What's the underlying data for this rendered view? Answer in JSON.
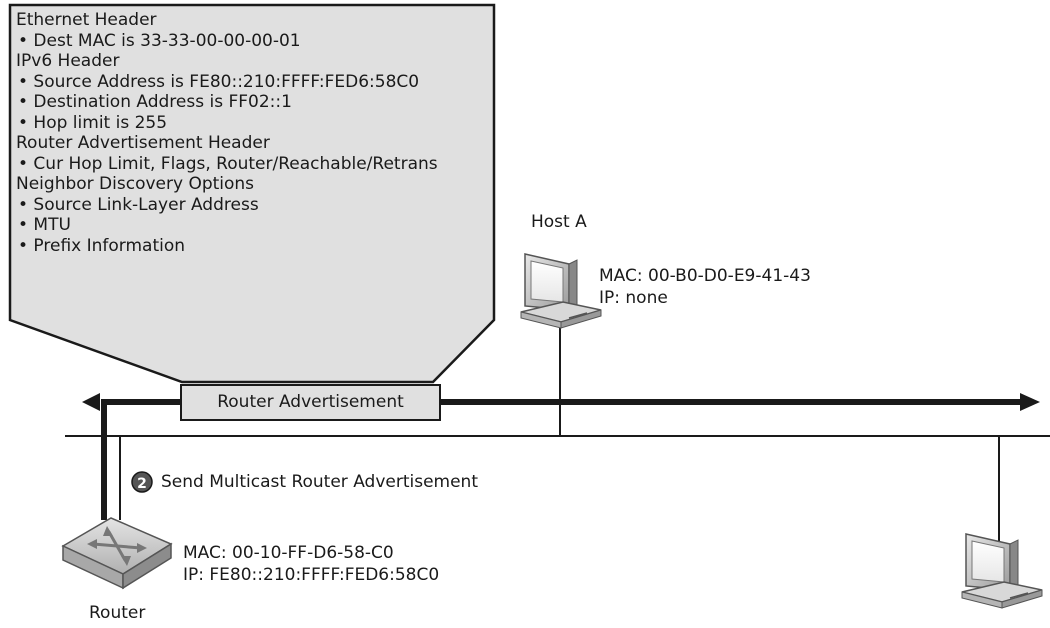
{
  "callout": {
    "lines": [
      {
        "text": "Ethernet Header",
        "kind": "section"
      },
      {
        "text": "• Dest MAC is 33-33-00-00-00-01",
        "kind": "bullet"
      },
      {
        "text": "IPv6 Header",
        "kind": "section"
      },
      {
        "text": "• Source Address is FE80::210:FFFF:FED6:58C0",
        "kind": "bullet"
      },
      {
        "text": "• Destination Address is FF02::1",
        "kind": "bullet"
      },
      {
        "text": "• Hop limit is 255",
        "kind": "bullet"
      },
      {
        "text": "Router Advertisement Header",
        "kind": "section"
      },
      {
        "text": "• Cur Hop Limit, Flags, Router/Reachable/Retrans",
        "kind": "bullet"
      },
      {
        "text": "Neighbor Discovery Options",
        "kind": "section"
      },
      {
        "text": "• Source Link-Layer Address",
        "kind": "bullet"
      },
      {
        "text": "• MTU",
        "kind": "bullet"
      },
      {
        "text": "• Prefix Information",
        "kind": "bullet"
      }
    ]
  },
  "packet_label": "Router Advertisement",
  "step": {
    "number": "2",
    "text": "Send Multicast Router Advertisement"
  },
  "host_a": {
    "name": "Host A",
    "mac": "MAC: 00-B0-D0-E9-41-43",
    "ip": "IP: none"
  },
  "router": {
    "name": "Router",
    "mac": "MAC: 00-10-FF-D6-58-C0",
    "ip": "IP: FE80::210:FFFF:FED6:58C0"
  },
  "colors": {
    "callout_fill": "#e0e0e0",
    "line": "#1a1a1a",
    "device_gray": "#c8c8c8",
    "screen_fill": "#f5f5f5"
  },
  "icons": [
    "computer-icon",
    "router-icon",
    "arrowhead-icon"
  ]
}
